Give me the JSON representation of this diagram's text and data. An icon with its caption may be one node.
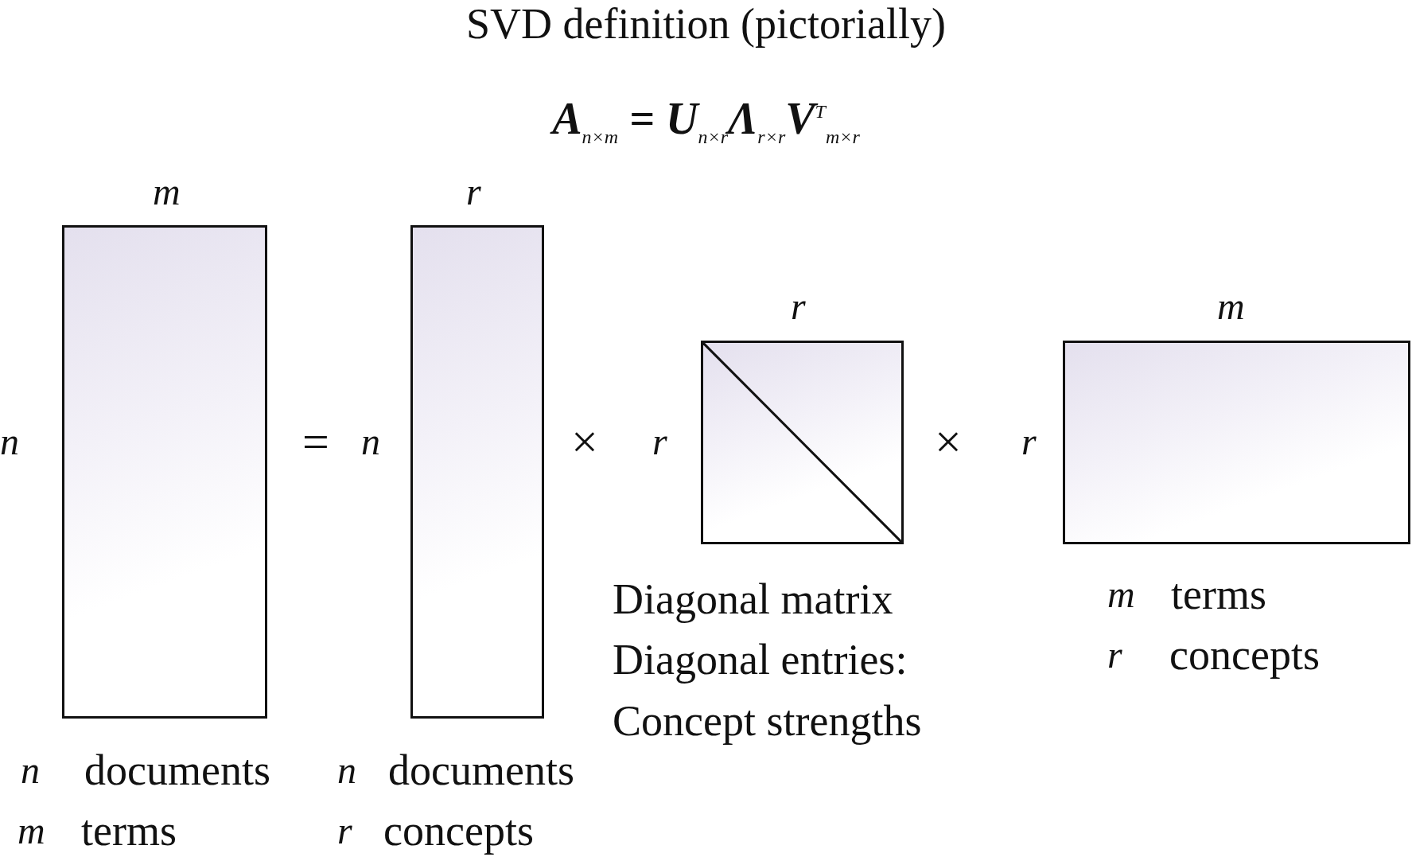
{
  "diagram": {
    "title": "SVD definition (pictorially)",
    "nodes": [
      {
        "text": [],
        "shape": "box",
        "beside": [
          "m",
          "n",
          "n",
          "documents",
          "m",
          "terms"
        ]
      },
      {
        "text": [],
        "shape": "box",
        "beside": [
          "r",
          "n",
          "n",
          "documents",
          "r",
          "concepts"
        ]
      },
      {
        "text": [],
        "shape": "box",
        "beside": [
          "r",
          "r",
          "Diagonal matrix",
          "Diagonal entries:",
          "Concept strengths"
        ]
      },
      {
        "text": [],
        "shape": "box",
        "beside": [
          "m",
          "r",
          "m",
          "terms",
          "r",
          "concepts"
        ]
      }
    ],
    "edges": [],
    "labels": [
      "**A**$_{n×m}$ = **U**$_{n×r}$**Λ**$_{r×r}$**V**$^{T}$$_{m×r}$",
      "=",
      "×",
      "×"
    ]
  }
}
